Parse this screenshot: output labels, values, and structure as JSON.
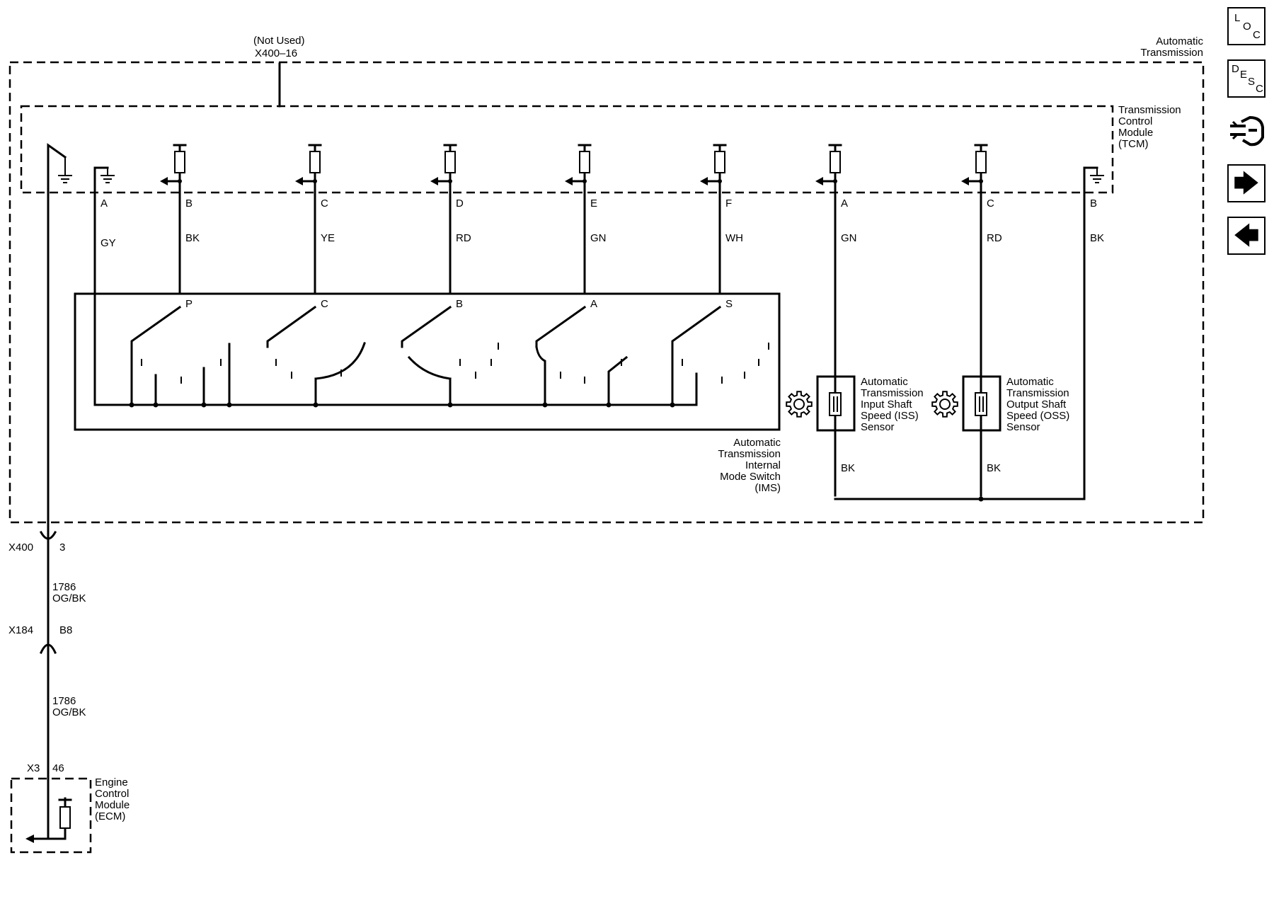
{
  "sidebar": {
    "loc": {
      "l1": "L",
      "l2": "O",
      "l3": "C"
    },
    "desc": {
      "l1": "D",
      "l2": "E",
      "l3": "S",
      "l4": "C"
    },
    "next_arrow": "🡆",
    "prev_arrow": "🡄"
  },
  "labels": {
    "not_used": "(Not Used)",
    "x400_16": "X400–16",
    "auto_trans_1": "Automatic",
    "auto_trans_2": "Transmission",
    "tcm_1": "Transmission",
    "tcm_2": "Control",
    "tcm_3": "Module",
    "tcm_4": "(TCM)",
    "ims_1": "Automatic",
    "ims_2": "Transmission",
    "ims_3": "Internal",
    "ims_4": "Mode Switch",
    "ims_5": "(IMS)",
    "iss_1": "Automatic",
    "iss_2": "Transmission",
    "iss_3": "Input Shaft",
    "iss_4": "Speed (ISS)",
    "iss_5": "Sensor",
    "oss_1": "Automatic",
    "oss_2": "Transmission",
    "oss_3": "Output Shaft",
    "oss_4": "Speed (OSS)",
    "oss_5": "Sensor",
    "ecm_1": "Engine",
    "ecm_2": "Control",
    "ecm_3": "Module",
    "ecm_4": "(ECM)",
    "x400": "X400",
    "x400_pin": "3",
    "wire1_num": "1786",
    "wire1_color": "OG/BK",
    "x184": "X184",
    "x184_pin": "B8",
    "wire2_num": "1786",
    "wire2_color": "OG/BK",
    "x3": "X3",
    "x3_pin": "46"
  },
  "tcm_pins": [
    "A",
    "B",
    "C",
    "D",
    "E",
    "F",
    "A",
    "C",
    "B"
  ],
  "wire_colors": [
    "GY",
    "BK",
    "YE",
    "RD",
    "GN",
    "WH",
    "GN",
    "RD",
    "BK"
  ],
  "switch_positions": [
    "P",
    "C",
    "B",
    "A",
    "S"
  ],
  "sensor_returns": [
    "BK",
    "BK"
  ]
}
